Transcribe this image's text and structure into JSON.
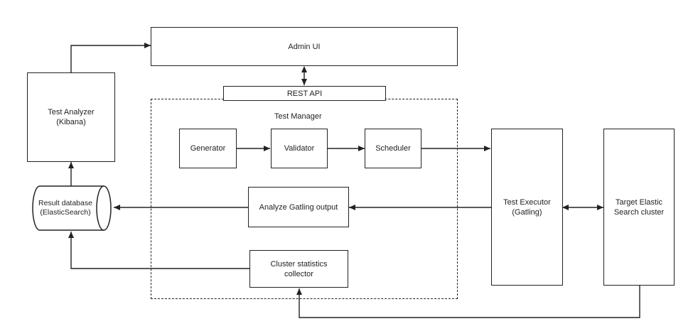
{
  "admin_ui": "Admin UI",
  "rest_api": "REST API",
  "test_manager": "Test Manager",
  "generator": "Generator",
  "validator": "Validator",
  "scheduler": "Scheduler",
  "analyze_output": "Analyze Gatling output",
  "cluster_stats": [
    "Cluster statistics",
    "collector"
  ],
  "test_analyzer": [
    "Test Analyzer",
    "(Kibana)"
  ],
  "result_db": [
    "Result database",
    "(ElasticSearch)"
  ],
  "test_executor": [
    "Test Executor",
    "(Gatling)"
  ],
  "target_cluster": [
    "Target Elastic",
    "Search cluster"
  ]
}
